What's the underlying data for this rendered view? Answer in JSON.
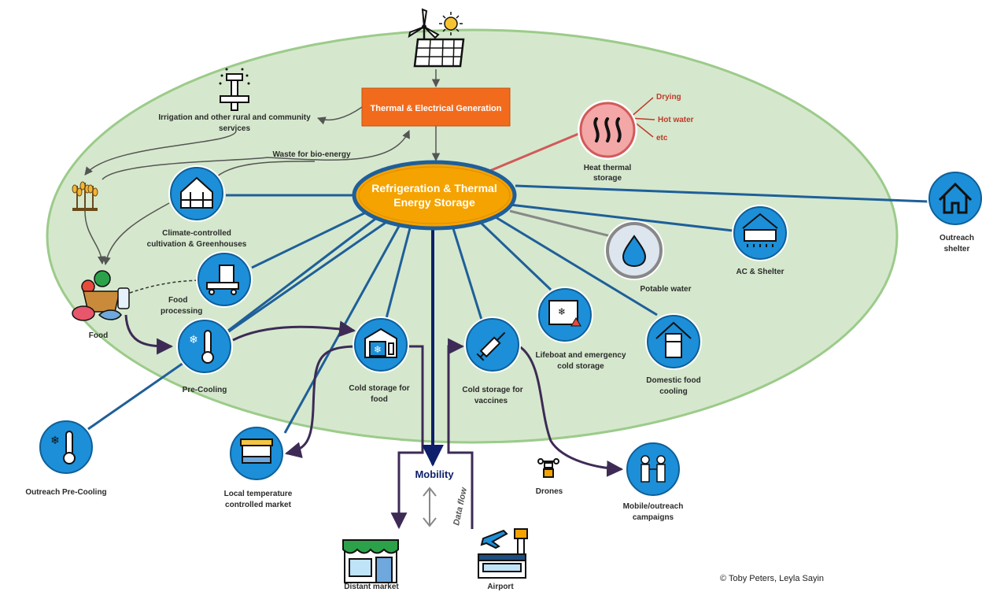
{
  "hub": {
    "line1": "Refrigeration & Thermal",
    "line2": "Energy Storage"
  },
  "generation": {
    "label": "Thermal & Electrical Generation"
  },
  "irrigation": {
    "line1": "Irrigation and other rural and community",
    "line2": "services"
  },
  "waste": {
    "label": "Waste for bio-energy"
  },
  "heat": {
    "line1": "Heat thermal",
    "line2": "storage",
    "outputs": [
      "Drying",
      "Hot water",
      "etc"
    ]
  },
  "greenhouse": {
    "line1": "Climate-controlled",
    "line2": "cultivation &  Greenhouses"
  },
  "food_processing": {
    "line1": "Food",
    "line2": "processing"
  },
  "food": {
    "label": "Food"
  },
  "pre_cooling": {
    "label": "Pre-Cooling"
  },
  "cold_food": {
    "line1": "Cold storage for",
    "line2": "food"
  },
  "cold_vaccines": {
    "line1": "Cold storage for",
    "line2": "vaccines"
  },
  "lifeboat": {
    "line1": "Lifeboat and emergency",
    "line2": "cold storage"
  },
  "domestic": {
    "line1": "Domestic food",
    "line2": "cooling"
  },
  "potable": {
    "label": "Potable water"
  },
  "ac": {
    "label": "AC & Shelter"
  },
  "outreach_shelter": {
    "line1": "Outreach",
    "line2": "shelter"
  },
  "outreach_precooling": {
    "label": "Outreach Pre-Cooling"
  },
  "local_market": {
    "line1": "Local temperature",
    "line2": "controlled market"
  },
  "mobility": {
    "label": "Mobility",
    "data_flow": "Data flow"
  },
  "drones": {
    "label": "Drones"
  },
  "mobile_campaigns": {
    "line1": "Mobile/outreach",
    "line2": "campaigns"
  },
  "distant_market": {
    "label": "Distant market"
  },
  "airport": {
    "label": "Airport"
  },
  "credit": {
    "label": "© Toby Peters, Leyla Sayin"
  },
  "colors": {
    "ellipse_fill": "#d5e8cd",
    "ellipse_stroke": "#9ccb8a",
    "hub": "#f5a300",
    "generation": "#f26b1d",
    "node": "#1c8fd8",
    "link": "#1f5f99",
    "arrow": "#3d2b56"
  }
}
